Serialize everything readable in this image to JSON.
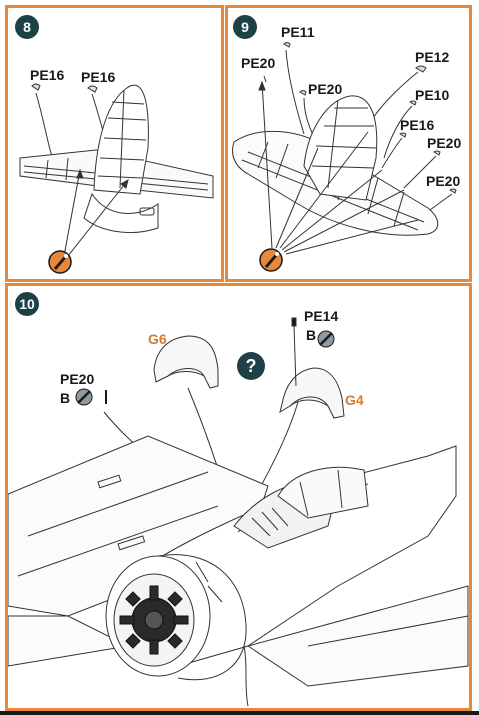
{
  "colors": {
    "border": "#e8883a",
    "badge": "#1e4148",
    "tool": "#e8883a",
    "part_label_orange": "#d97a2c"
  },
  "step8": {
    "number": "8",
    "labels": {
      "pe16_left": "PE16",
      "pe16_right": "PE16"
    },
    "tool_icon": "glue-tool-icon"
  },
  "step9": {
    "number": "9",
    "labels": {
      "pe11": "PE11",
      "pe20_left": "PE20",
      "pe20_mid": "PE20",
      "pe12": "PE12",
      "pe10": "PE10",
      "pe16": "PE16",
      "pe20_right1": "PE20",
      "pe20_right2": "PE20"
    },
    "tool_icon": "glue-tool-icon"
  },
  "step10": {
    "number": "10",
    "labels": {
      "g6": "G6",
      "g4": "G4",
      "pe14": "PE14",
      "b_right": "B",
      "pe20": "PE20",
      "b_left": "B",
      "question": "?"
    }
  }
}
